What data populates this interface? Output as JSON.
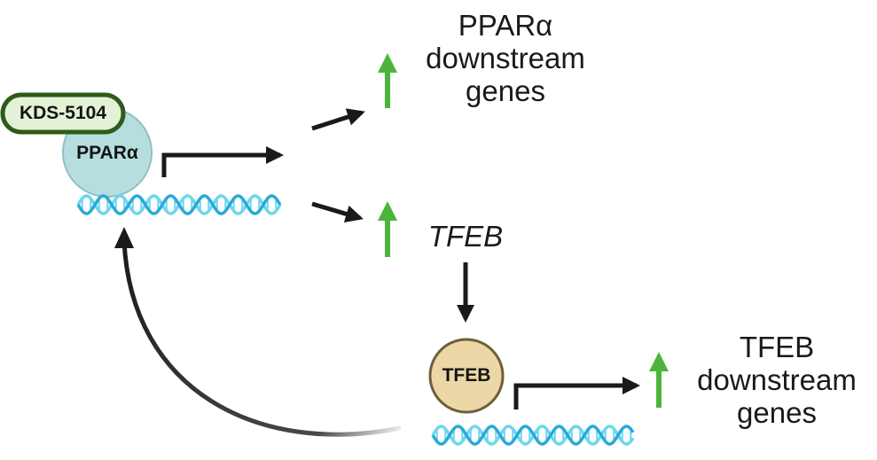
{
  "drug": {
    "label": "KDS-5104"
  },
  "receptor": {
    "label": "PPARα",
    "fill": "#b7dede",
    "stroke": "#8fc0c2"
  },
  "ppar_targets": {
    "line1": "PPARα",
    "line2": "downstream",
    "line3": "genes"
  },
  "tfeb_gene": {
    "label": "TFEB"
  },
  "tfeb_protein": {
    "label": "TFEB",
    "fill": "#ecd7a6",
    "stroke": "#6f5f3a"
  },
  "tfeb_targets": {
    "line1": "TFEB",
    "line2": "downstream",
    "line3": "genes"
  },
  "colors": {
    "up_arrow": "#4db43b",
    "dna_a": "#2aa9d8",
    "dna_b": "#6fd6ee",
    "pill_fill": "#e3f1d6",
    "pill_stroke": "#2e5a1a",
    "arrow": "#1a1a1a"
  }
}
